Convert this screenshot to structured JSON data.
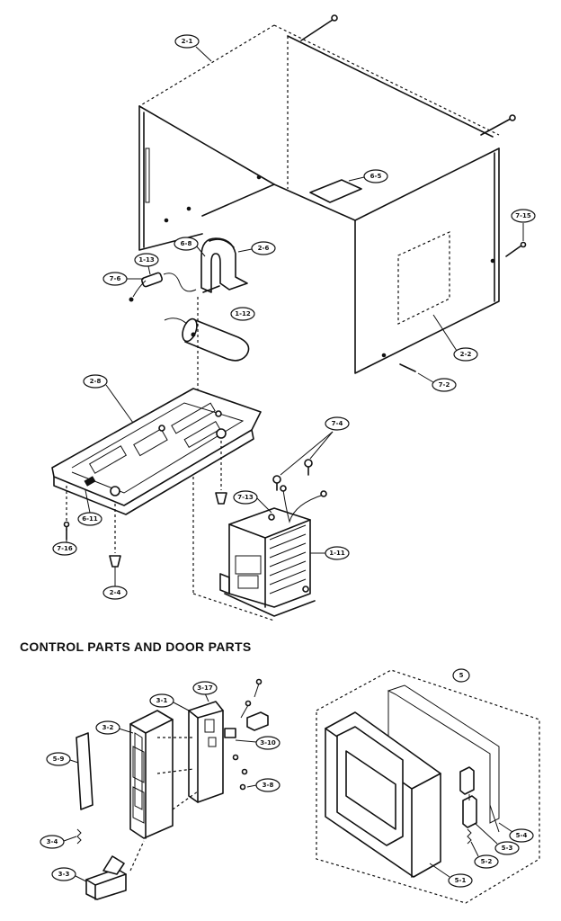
{
  "section_title": "CONTROL PARTS AND DOOR PARTS",
  "callouts": {
    "outer_case": "2-1",
    "label_plate": "6-5",
    "screw_7_15": "7-15",
    "side_panel": "2-2",
    "screw_7_2": "7-2",
    "capacitor_bracket": "6-8",
    "bracket_2_6": "2-6",
    "diode": "1-13",
    "screw_7_6": "7-6",
    "capacitor": "1-12",
    "base_plate": "2-8",
    "screw_7_4": "7-4",
    "screw_7_13": "7-13",
    "transformer": "1-11",
    "foot_label": "6-11",
    "screw_7_16": "7-16",
    "foot": "2-4",
    "control_bracket": "3-1",
    "switch_3_17": "3-17",
    "control_panel": "3-2",
    "switch_3_10": "3-10",
    "panel_sheet": "5-9",
    "screw_3_8": "3-8",
    "spring": "3-4",
    "door_button": "3-3",
    "door_assembly": "5",
    "door_latch": "5-4",
    "latch_lever": "5-3",
    "latch_spring": "5-2",
    "door_frame": "5-1"
  }
}
